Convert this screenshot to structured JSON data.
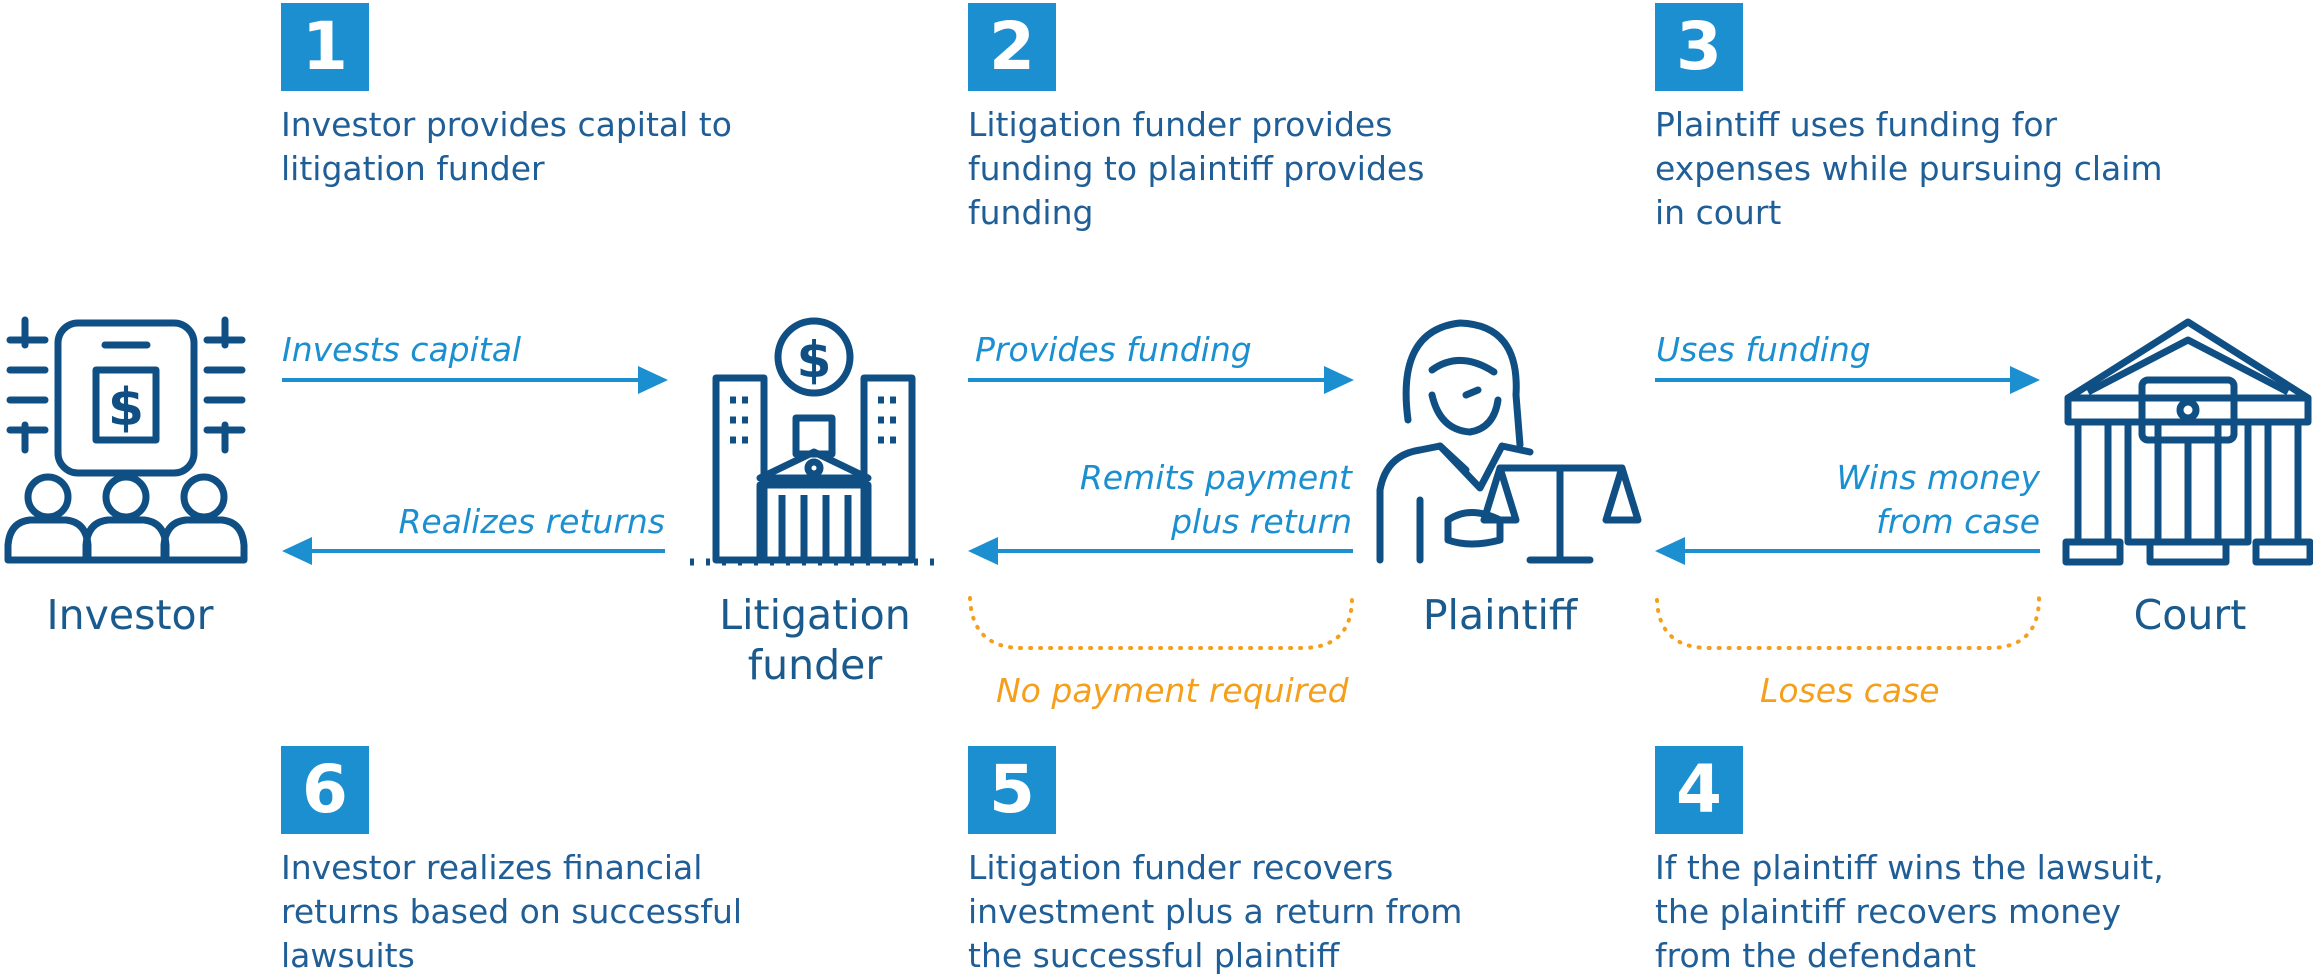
{
  "steps": [
    {
      "num": "1",
      "text": "Investor provides capital to litigation funder"
    },
    {
      "num": "2",
      "text": "Litigation funder provides funding to plaintiff provides funding"
    },
    {
      "num": "3",
      "text": "Plaintiff uses funding for expenses while pursuing claim in court"
    },
    {
      "num": "4",
      "text": "If the plaintiff wins the lawsuit, the plaintiff recovers money from the defendant"
    },
    {
      "num": "5",
      "text": "Litigation funder recovers investment plus a return from the successful plaintiff"
    },
    {
      "num": "6",
      "text": "Investor realizes financial returns based on successful lawsuits"
    }
  ],
  "entities": {
    "investor": "Investor",
    "funder": "Litigation funder",
    "plaintiff": "Plaintiff",
    "court": "Court"
  },
  "flows": {
    "invests_capital": "Invests capital",
    "realizes_returns": "Realizes returns",
    "provides_funding": "Provides funding",
    "remits_payment": "Remits payment plus return",
    "uses_funding": "Uses funding",
    "wins_money": "Wins money from case",
    "no_payment": "No payment required",
    "loses_case": "Loses case"
  },
  "colors": {
    "step_box": "#1b8fd0",
    "text_dark_blue": "#1f5e96",
    "arrow_blue": "#1b8fd0",
    "icon_navy": "#0f4f84",
    "dotted_orange": "#f5a01d"
  },
  "icons": [
    "investor-icon",
    "litigation-funder-icon",
    "plaintiff-icon",
    "court-icon"
  ]
}
